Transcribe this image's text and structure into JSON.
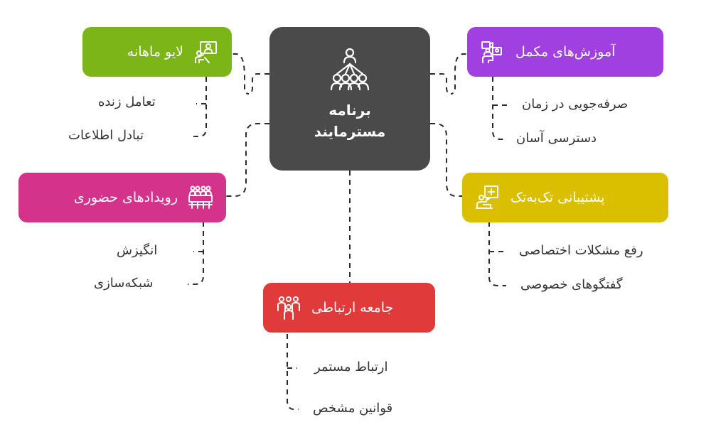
{
  "center": {
    "title_line1": "برنامه",
    "title_line2": "مسترمایند",
    "icon": "group-hierarchy-icon",
    "color": "#4a4a4a"
  },
  "nodes": [
    {
      "id": "live-monthly",
      "label": "لایو ماهانه",
      "icon": "video-presentation-icon",
      "color": "#7cb518",
      "children": [
        "تعامل زنده",
        "تبادل اطلاعات"
      ]
    },
    {
      "id": "supplementary-training",
      "label": "آموزش‌های مکمل",
      "icon": "video-learning-icon",
      "color": "#a040e0",
      "children": [
        "صرفه‌جویی در زمان",
        "دسترسی آسان"
      ]
    },
    {
      "id": "in-person-events",
      "label": "رویدادهای حضوری",
      "icon": "audience-seats-icon",
      "color": "#d4338c",
      "children": [
        "انگیزش",
        "شبکه‌سازی"
      ]
    },
    {
      "id": "one-on-one-support",
      "label": "پشتیبانی تک‌به‌تک",
      "icon": "support-chat-icon",
      "color": "#d9bf00",
      "children": [
        "رفع مشکلات اختصاصی",
        "گفتگوهای خصوصی"
      ]
    },
    {
      "id": "communication-community",
      "label": "جامعه ارتباطی",
      "icon": "community-people-icon",
      "color": "#e03a3a",
      "children": [
        "ارتباط مستمر",
        "قوانین مشخص"
      ]
    }
  ]
}
